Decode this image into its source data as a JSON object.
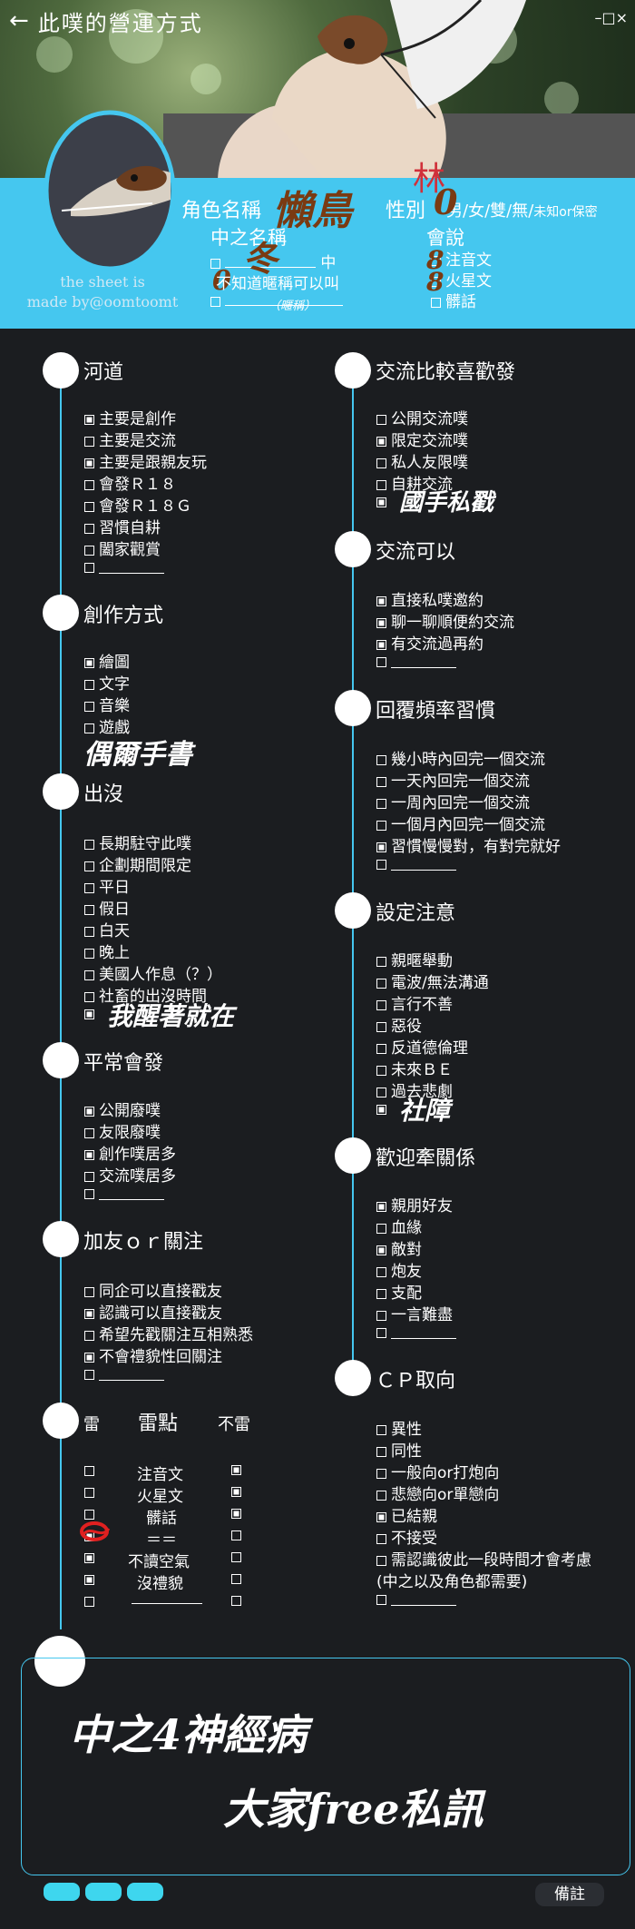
{
  "window": {
    "title": "此噗的營運方式",
    "controls": "–□×"
  },
  "header": {
    "role_name_label": "角色名稱",
    "role_name_value": "懶鳥",
    "gender_label": "性別",
    "gender_options": "男/女/雙/無/",
    "gender_extra": "未知or保密",
    "gender_mark": "0",
    "nickname_label": "中之名稱",
    "nickname_suffix": "中",
    "nickname_option2": "不知道暱稱可以叫",
    "nickname_hint": "（暱稱）",
    "nickname_handwritten": "冬",
    "nickname_mark": "0",
    "speaks_label": "會說",
    "speaks": [
      "注音文",
      "火星文",
      "髒話"
    ],
    "speaks_mark": "8",
    "credit": [
      "the sheet is",
      "made by@oomtoomt"
    ]
  },
  "sections": {
    "rivers": {
      "title": "河道",
      "items": [
        {
          "label": "主要是創作",
          "checked": true
        },
        {
          "label": "主要是交流",
          "checked": false
        },
        {
          "label": "主要是跟親友玩",
          "checked": true
        },
        {
          "label": "會發Ｒ１８",
          "checked": false
        },
        {
          "label": "會發Ｒ１８Ｇ",
          "checked": false
        },
        {
          "label": "習慣自耕",
          "checked": false
        },
        {
          "label": "闔家觀賞",
          "checked": false
        }
      ]
    },
    "creation": {
      "title": "創作方式",
      "items": [
        {
          "label": "繪圖",
          "checked": true
        },
        {
          "label": "文字",
          "checked": false
        },
        {
          "label": "音樂",
          "checked": false
        },
        {
          "label": "遊戲",
          "checked": false
        }
      ],
      "handwritten": "偶爾手書"
    },
    "presence": {
      "title": "出沒",
      "items": [
        {
          "label": "長期駐守此噗",
          "checked": false
        },
        {
          "label": "企劃期間限定",
          "checked": false
        },
        {
          "label": "平日",
          "checked": false
        },
        {
          "label": "假日",
          "checked": false
        },
        {
          "label": "白天",
          "checked": false
        },
        {
          "label": "晚上",
          "checked": false
        },
        {
          "label": "美國人作息（？）",
          "checked": false
        },
        {
          "label": "社畜的出沒時間",
          "checked": false
        }
      ],
      "handwritten": "我醒著就在"
    },
    "usual_posts": {
      "title": "平常會發",
      "items": [
        {
          "label": "公開廢噗",
          "checked": true
        },
        {
          "label": "友限廢噗",
          "checked": false
        },
        {
          "label": "創作噗居多",
          "checked": true
        },
        {
          "label": "交流噗居多",
          "checked": false
        }
      ]
    },
    "follow": {
      "title": "加友ｏｒ關注",
      "items": [
        {
          "label": "同企可以直接戳友",
          "checked": false
        },
        {
          "label": "認識可以直接戳友",
          "checked": true
        },
        {
          "label": "希望先戳關注互相熟悉",
          "checked": false
        },
        {
          "label": "不會禮貌性回關注",
          "checked": true
        }
      ]
    },
    "triggers": {
      "title": "雷",
      "mid_title": "雷點",
      "right_title": "不雷",
      "rows": [
        {
          "label": "注音文",
          "left": false,
          "right": true
        },
        {
          "label": "火星文",
          "left": false,
          "right": true
        },
        {
          "label": "髒話",
          "left": false,
          "right": true
        },
        {
          "label": "＝＝",
          "left": true,
          "right": false
        },
        {
          "label": "不讀空氣",
          "left": true,
          "right": false
        },
        {
          "label": "沒禮貌",
          "left": true,
          "right": false
        }
      ]
    },
    "exchange_pref": {
      "title": "交流比較喜歡發",
      "items": [
        {
          "label": "公開交流噗",
          "checked": false
        },
        {
          "label": "限定交流噗",
          "checked": true
        },
        {
          "label": "私人友限噗",
          "checked": false
        },
        {
          "label": "自耕交流",
          "checked": false
        }
      ],
      "handwritten": "國手私戳"
    },
    "exchange_ok": {
      "title": "交流可以",
      "items": [
        {
          "label": "直接私噗邀約",
          "checked": true
        },
        {
          "label": "聊一聊順便約交流",
          "checked": true
        },
        {
          "label": "有交流過再約",
          "checked": true
        }
      ]
    },
    "reply": {
      "title": "回覆頻率習慣",
      "items": [
        {
          "label": "幾小時內回完一個交流",
          "checked": false
        },
        {
          "label": "一天內回完一個交流",
          "checked": false
        },
        {
          "label": "一周內回完一個交流",
          "checked": false
        },
        {
          "label": "一個月內回完一個交流",
          "checked": false
        },
        {
          "label": "習慣慢慢對，有對完就好",
          "checked": true
        }
      ]
    },
    "setting_notes": {
      "title": "設定注意",
      "items": [
        {
          "label": "親暱舉動",
          "checked": false
        },
        {
          "label": "電波/無法溝通",
          "checked": false
        },
        {
          "label": "言行不善",
          "checked": false
        },
        {
          "label": "惡役",
          "checked": false
        },
        {
          "label": "反道德倫理",
          "checked": false
        },
        {
          "label": "未來ＢＥ",
          "checked": false
        },
        {
          "label": "過去悲劇",
          "checked": false
        }
      ],
      "handwritten": "社障"
    },
    "relations": {
      "title": "歡迎牽關係",
      "items": [
        {
          "label": "親朋好友",
          "checked": true
        },
        {
          "label": "血緣",
          "checked": false
        },
        {
          "label": "敵對",
          "checked": true
        },
        {
          "label": "炮友",
          "checked": false
        },
        {
          "label": "支配",
          "checked": false
        },
        {
          "label": "一言難盡",
          "checked": false
        }
      ]
    },
    "cp": {
      "title": "ＣＰ取向",
      "items": [
        {
          "label": "異性",
          "checked": false
        },
        {
          "label": "同性",
          "checked": false
        },
        {
          "label": "一般向or打炮向",
          "checked": false
        },
        {
          "label": "悲戀向or單戀向",
          "checked": false
        },
        {
          "label": "已結親",
          "checked": true
        },
        {
          "label": "不接受",
          "checked": false
        },
        {
          "label": "需認識彼此一段時間才會考慮",
          "checked": false
        },
        {
          "label": "(中之以及角色都需要)",
          "checked": null
        }
      ]
    }
  },
  "notes": {
    "line1": "中之4神經病",
    "line2": "大家free私訊"
  },
  "footer": {
    "remark_button": "備註"
  },
  "colors": {
    "accent": "#45c7ef",
    "background": "#1b1d20",
    "pill": "#3ed6ee",
    "ink": "#ffffff",
    "handwriting_header": "#7a3a12"
  }
}
